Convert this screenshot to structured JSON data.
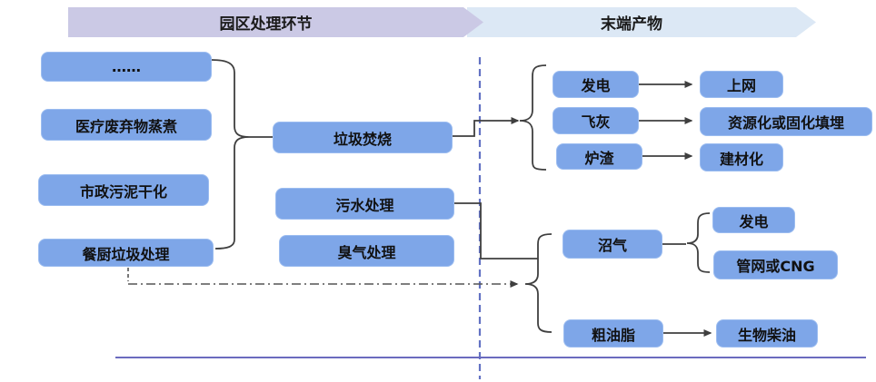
{
  "headers": {
    "processing": "园区处理环节",
    "products": "末端产物"
  },
  "sources": [
    "……",
    "医疗废弃物蒸煮",
    "市政污泥干化",
    "餐厨垃圾处理"
  ],
  "processes": [
    "垃圾焚烧",
    "污水处理",
    "臭气处理"
  ],
  "incineration_branch": {
    "outputs": [
      "发电",
      "飞灰",
      "炉渣"
    ],
    "destinations": [
      "上网",
      "资源化或固化填埋",
      "建材化"
    ]
  },
  "organic_branch": {
    "biogas": "沼气",
    "biogas_destinations": [
      "发电",
      "管网或CNG"
    ],
    "crude_oil": "粗油脂",
    "crude_oil_destination": "生物柴油"
  },
  "colors": {
    "node_blue": "#7ea6e8",
    "banner_purple": "#cbc9e5",
    "banner_light_blue": "#dce8f5",
    "divider_purple": "#6b6bbf",
    "dashed_boundary_blue": "#6272c3",
    "connector_gray": "#3f3f3f"
  }
}
